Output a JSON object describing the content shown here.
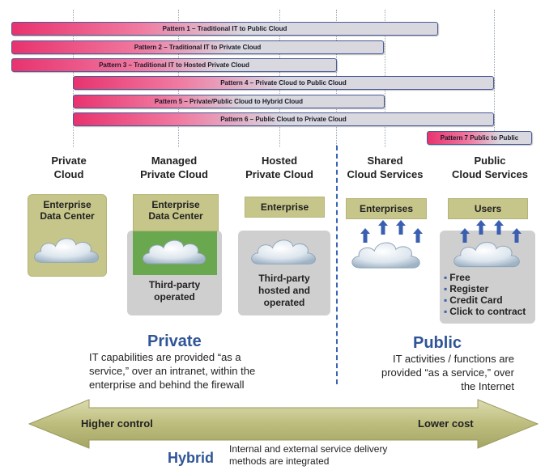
{
  "patterns": [
    {
      "label": "Pattern 1 – Traditional IT to Public Cloud"
    },
    {
      "label": "Pattern 2 – Traditional IT to Private Cloud"
    },
    {
      "label": "Pattern 3 – Traditional IT to Hosted Private Cloud"
    },
    {
      "label": "Pattern 4 – Private Cloud to Public Cloud"
    },
    {
      "label": "Pattern 5 – Private/Public Cloud to Hybrid Cloud"
    },
    {
      "label": "Pattern 6 – Public Cloud to Private Cloud"
    },
    {
      "label": "Pattern 7 Public to Public"
    }
  ],
  "columns": [
    {
      "title_line1": "Private",
      "title_line2": "Cloud",
      "box_line1": "Enterprise",
      "box_line2": "Data Center"
    },
    {
      "title_line1": "Managed",
      "title_line2": "Private Cloud",
      "box_line1": "Enterprise",
      "box_line2": "Data Center",
      "caption_line1": "Third-party",
      "caption_line2": "operated"
    },
    {
      "title_line1": "Hosted",
      "title_line2": "Private Cloud",
      "box_line1": "Enterprise",
      "caption_line1": "Third-party",
      "caption_line2": "hosted and",
      "caption_line3": "operated"
    },
    {
      "title_line1": "Shared",
      "title_line2": "Cloud Services",
      "box_line1": "Enterprises"
    },
    {
      "title_line1": "Public",
      "title_line2": "Cloud Services",
      "box_line1": "Users",
      "bullets": [
        "Free",
        "Register",
        "Credit Card",
        "Click to contract"
      ]
    }
  ],
  "private": {
    "heading": "Private",
    "line1": "IT capabilities are provided “as a",
    "line2": "service,” over an intranet, within the",
    "line3": "enterprise and behind the firewall"
  },
  "public": {
    "heading": "Public",
    "line1": "IT activities / functions are",
    "line2": "provided “as a service,” over",
    "line3": "the Internet"
  },
  "arrow": {
    "left_label": "Higher control",
    "right_label": "Lower cost"
  },
  "hybrid": {
    "label": "Hybrid",
    "line1": "Internal and external service delivery",
    "line2": "methods are integrated"
  },
  "colors": {
    "accent_blue": "#2f5597",
    "olive": "#c6c58a",
    "pink": "#e8336e",
    "grey_bar": "#d8d8de",
    "green": "#6aa84f"
  }
}
